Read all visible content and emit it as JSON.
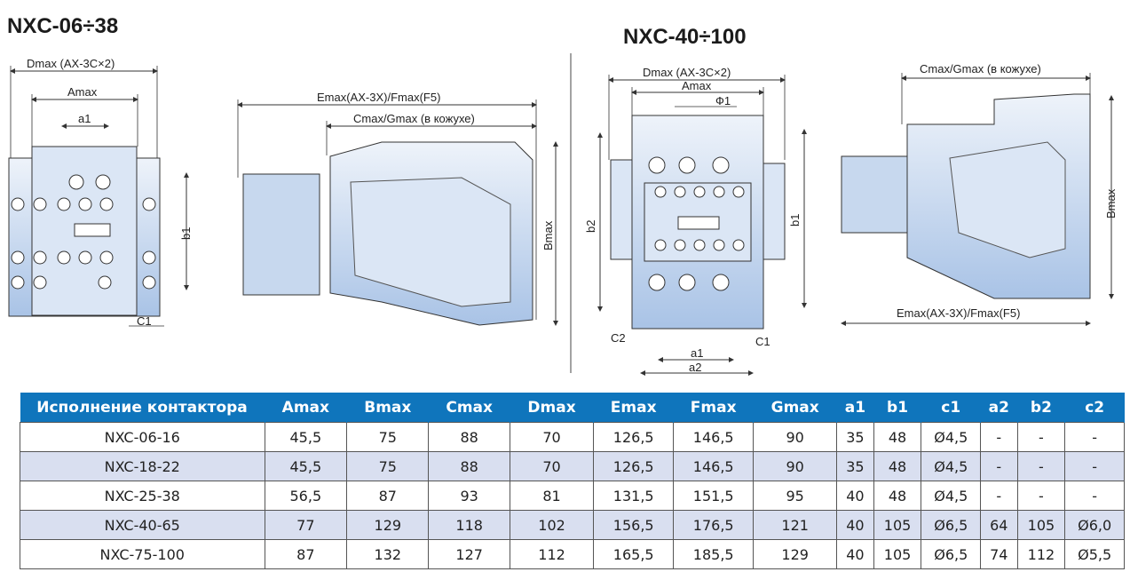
{
  "titles": {
    "left": "NXC-06÷38",
    "right": "NXC-40÷100"
  },
  "left_drawing": {
    "labels": {
      "dmax": "Dmax  (AX-3C×2)",
      "amax": "Amax",
      "a1": "a1",
      "b1": "b1",
      "c1": "C1"
    }
  },
  "side_drawing_left": {
    "labels": {
      "emax": "Emax(AX-3X)/Fmax(F5)",
      "cmax": "Cmax/Gmax (в кожухе)",
      "bmax": "Bmax"
    }
  },
  "center_drawing": {
    "labels": {
      "dmax": "Dmax  (AX-3C×2)",
      "amax": "Amax",
      "phi1": "Ф1",
      "b2": "b2",
      "b1": "b1",
      "c2": "C2",
      "c1": "C1",
      "a1": "a1",
      "a2": "a2"
    }
  },
  "side_drawing_right": {
    "labels": {
      "cmax": "Cmax/Gmax (в кожухе)",
      "bmax": "Bmax",
      "emax": "Emax(AX-3X)/Fmax(F5)"
    }
  },
  "table": {
    "headers": [
      "Исполнение контактора",
      "Amax",
      "Bmax",
      "Cmax",
      "Dmax",
      "Emax",
      "Fmax",
      "Gmax",
      "a1",
      "b1",
      "c1",
      "a2",
      "b2",
      "c2"
    ],
    "rows": [
      [
        "NXC-06-16",
        "45,5",
        "75",
        "88",
        "70",
        "126,5",
        "146,5",
        "90",
        "35",
        "48",
        "Ø4,5",
        "-",
        "-",
        "-"
      ],
      [
        "NXC-18-22",
        "45,5",
        "75",
        "88",
        "70",
        "126,5",
        "146,5",
        "90",
        "35",
        "48",
        "Ø4,5",
        "-",
        "-",
        "-"
      ],
      [
        "NXC-25-38",
        "56,5",
        "87",
        "93",
        "81",
        "131,5",
        "151,5",
        "95",
        "40",
        "48",
        "Ø4,5",
        "-",
        "-",
        "-"
      ],
      [
        "NXC-40-65",
        "77",
        "129",
        "118",
        "102",
        "156,5",
        "176,5",
        "121",
        "40",
        "105",
        "Ø6,5",
        "64",
        "105",
        "Ø6,0"
      ],
      [
        "NXC-75-100",
        "87",
        "132",
        "127",
        "112",
        "165,5",
        "185,5",
        "129",
        "40",
        "105",
        "Ø6,5",
        "74",
        "112",
        "Ø5,5"
      ]
    ]
  },
  "colors": {
    "header_bg": "#0f75bc",
    "alt_row": "#d9dff0",
    "body_fill": "#c9d9ef",
    "line": "#333333"
  }
}
